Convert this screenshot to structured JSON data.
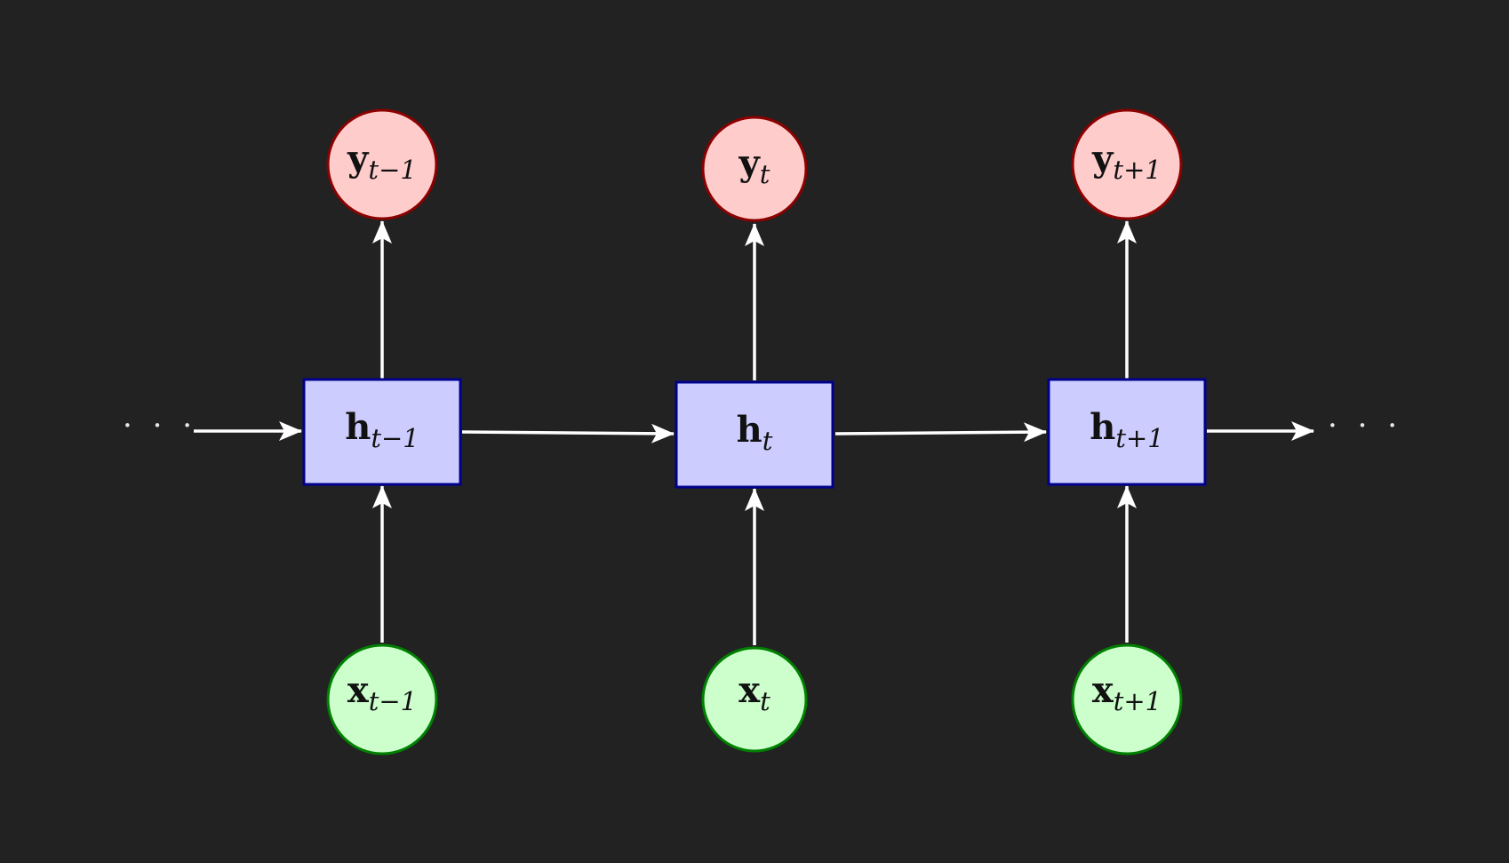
{
  "background_color": "#222222",
  "colors": {
    "output_fill": "#ffcccc",
    "output_stroke": "#8b0000",
    "hidden_fill": "#ccccff",
    "hidden_stroke": "#00008b",
    "input_fill": "#ccffcc",
    "input_stroke": "#008000",
    "arrow": "#ffffff"
  },
  "ellipsis_left": "· · ·",
  "ellipsis_right": "· · ·",
  "steps": [
    {
      "output": {
        "var": "y",
        "sub": "t−1"
      },
      "hidden": {
        "var": "h",
        "sub": "t−1"
      },
      "input": {
        "var": "x",
        "sub": "t−1"
      }
    },
    {
      "output": {
        "var": "y",
        "sub": "t"
      },
      "hidden": {
        "var": "h",
        "sub": "t"
      },
      "input": {
        "var": "x",
        "sub": "t"
      }
    },
    {
      "output": {
        "var": "y",
        "sub": "t+1"
      },
      "hidden": {
        "var": "h",
        "sub": "t+1"
      },
      "input": {
        "var": "x",
        "sub": "t+1"
      }
    }
  ]
}
